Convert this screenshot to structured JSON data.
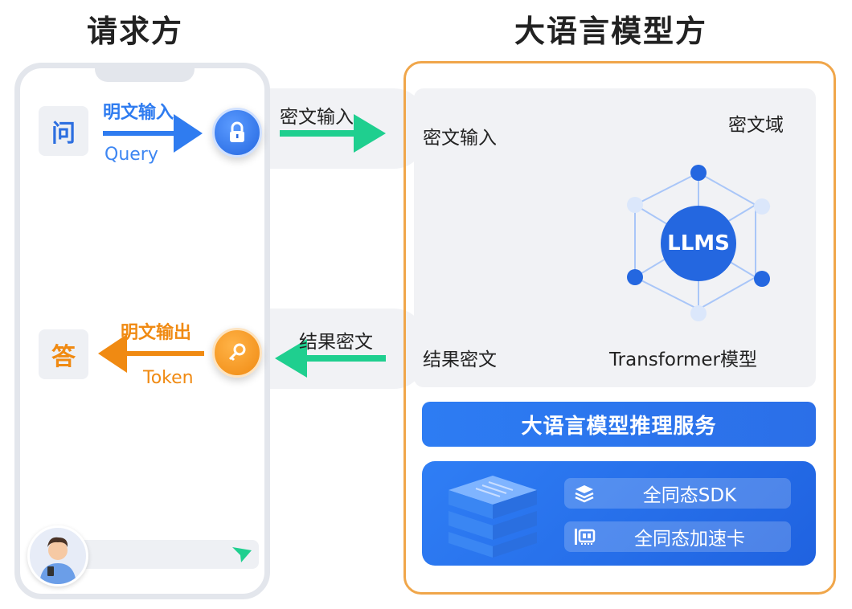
{
  "requester": {
    "title": "请求方",
    "question_chip": "问",
    "answer_chip": "答",
    "plaintext_input_label": "明文输入",
    "plaintext_input_sub": "Query",
    "plaintext_output_label": "明文输出",
    "plaintext_output_sub": "Token"
  },
  "transfer": {
    "cipher_input_label": "密文输入",
    "cipher_result_label": "结果密文"
  },
  "model_side": {
    "title": "大语言模型方",
    "domain_label": "密文域",
    "cipher_input_label": "密文输入",
    "cipher_result_label": "结果密文",
    "core_label": "LLMS",
    "model_label": "Transformer模型",
    "service_label": "大语言模型推理服务",
    "hardware": [
      {
        "icon": "sdk-stack-icon",
        "label": "全同态SDK"
      },
      {
        "icon": "accelerator-card-icon",
        "label": "全同态加速卡"
      }
    ]
  },
  "colors": {
    "blue": "#2f7cf0",
    "orange": "#f08a12",
    "green": "#1fcf8f",
    "border_orange": "#f0a64a"
  },
  "icons": [
    "lock-icon",
    "key-icon",
    "send-icon",
    "avatar-icon",
    "server-icon"
  ]
}
